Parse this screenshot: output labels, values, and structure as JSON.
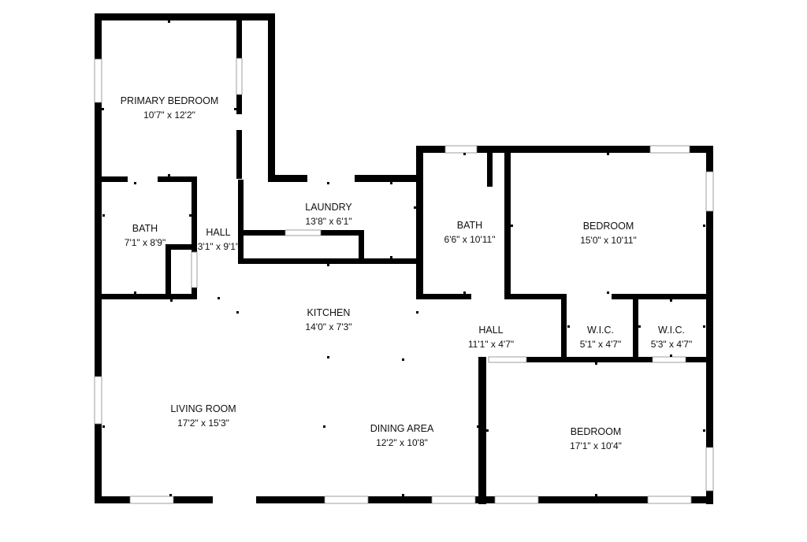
{
  "rooms": [
    {
      "id": "primary-bedroom",
      "name": "PRIMARY BEDROOM",
      "dims": "10'7\" x 12'2\""
    },
    {
      "id": "bath-left",
      "name": "BATH",
      "dims": "7'1\" x 8'9\""
    },
    {
      "id": "hall-left",
      "name": "HALL",
      "dims": "3'1\" x 9'1\""
    },
    {
      "id": "laundry",
      "name": "LAUNDRY",
      "dims": "13'8\" x 6'1\""
    },
    {
      "id": "bath-right",
      "name": "BATH",
      "dims": "6'6\" x 10'11\""
    },
    {
      "id": "bedroom-top-right",
      "name": "BEDROOM",
      "dims": "15'0\" x 10'11\""
    },
    {
      "id": "kitchen",
      "name": "KITCHEN",
      "dims": "14'0\" x 7'3\""
    },
    {
      "id": "hall-right",
      "name": "HALL",
      "dims": "11'1\" x 4'7\""
    },
    {
      "id": "wic-1",
      "name": "W.I.C.",
      "dims": "5'1\" x 4'7\""
    },
    {
      "id": "wic-2",
      "name": "W.I.C.",
      "dims": "5'3\" x 4'7\""
    },
    {
      "id": "living-room",
      "name": "LIVING ROOM",
      "dims": "17'2\" x 15'3\""
    },
    {
      "id": "dining-area",
      "name": "DINING AREA",
      "dims": "12'2\" x 10'8\""
    },
    {
      "id": "bedroom-bottom-right",
      "name": "BEDROOM",
      "dims": "17'1\" x 10'4\""
    }
  ],
  "colors": {
    "wall": "#000000",
    "background": "#ffffff",
    "window": "#ffffff"
  }
}
